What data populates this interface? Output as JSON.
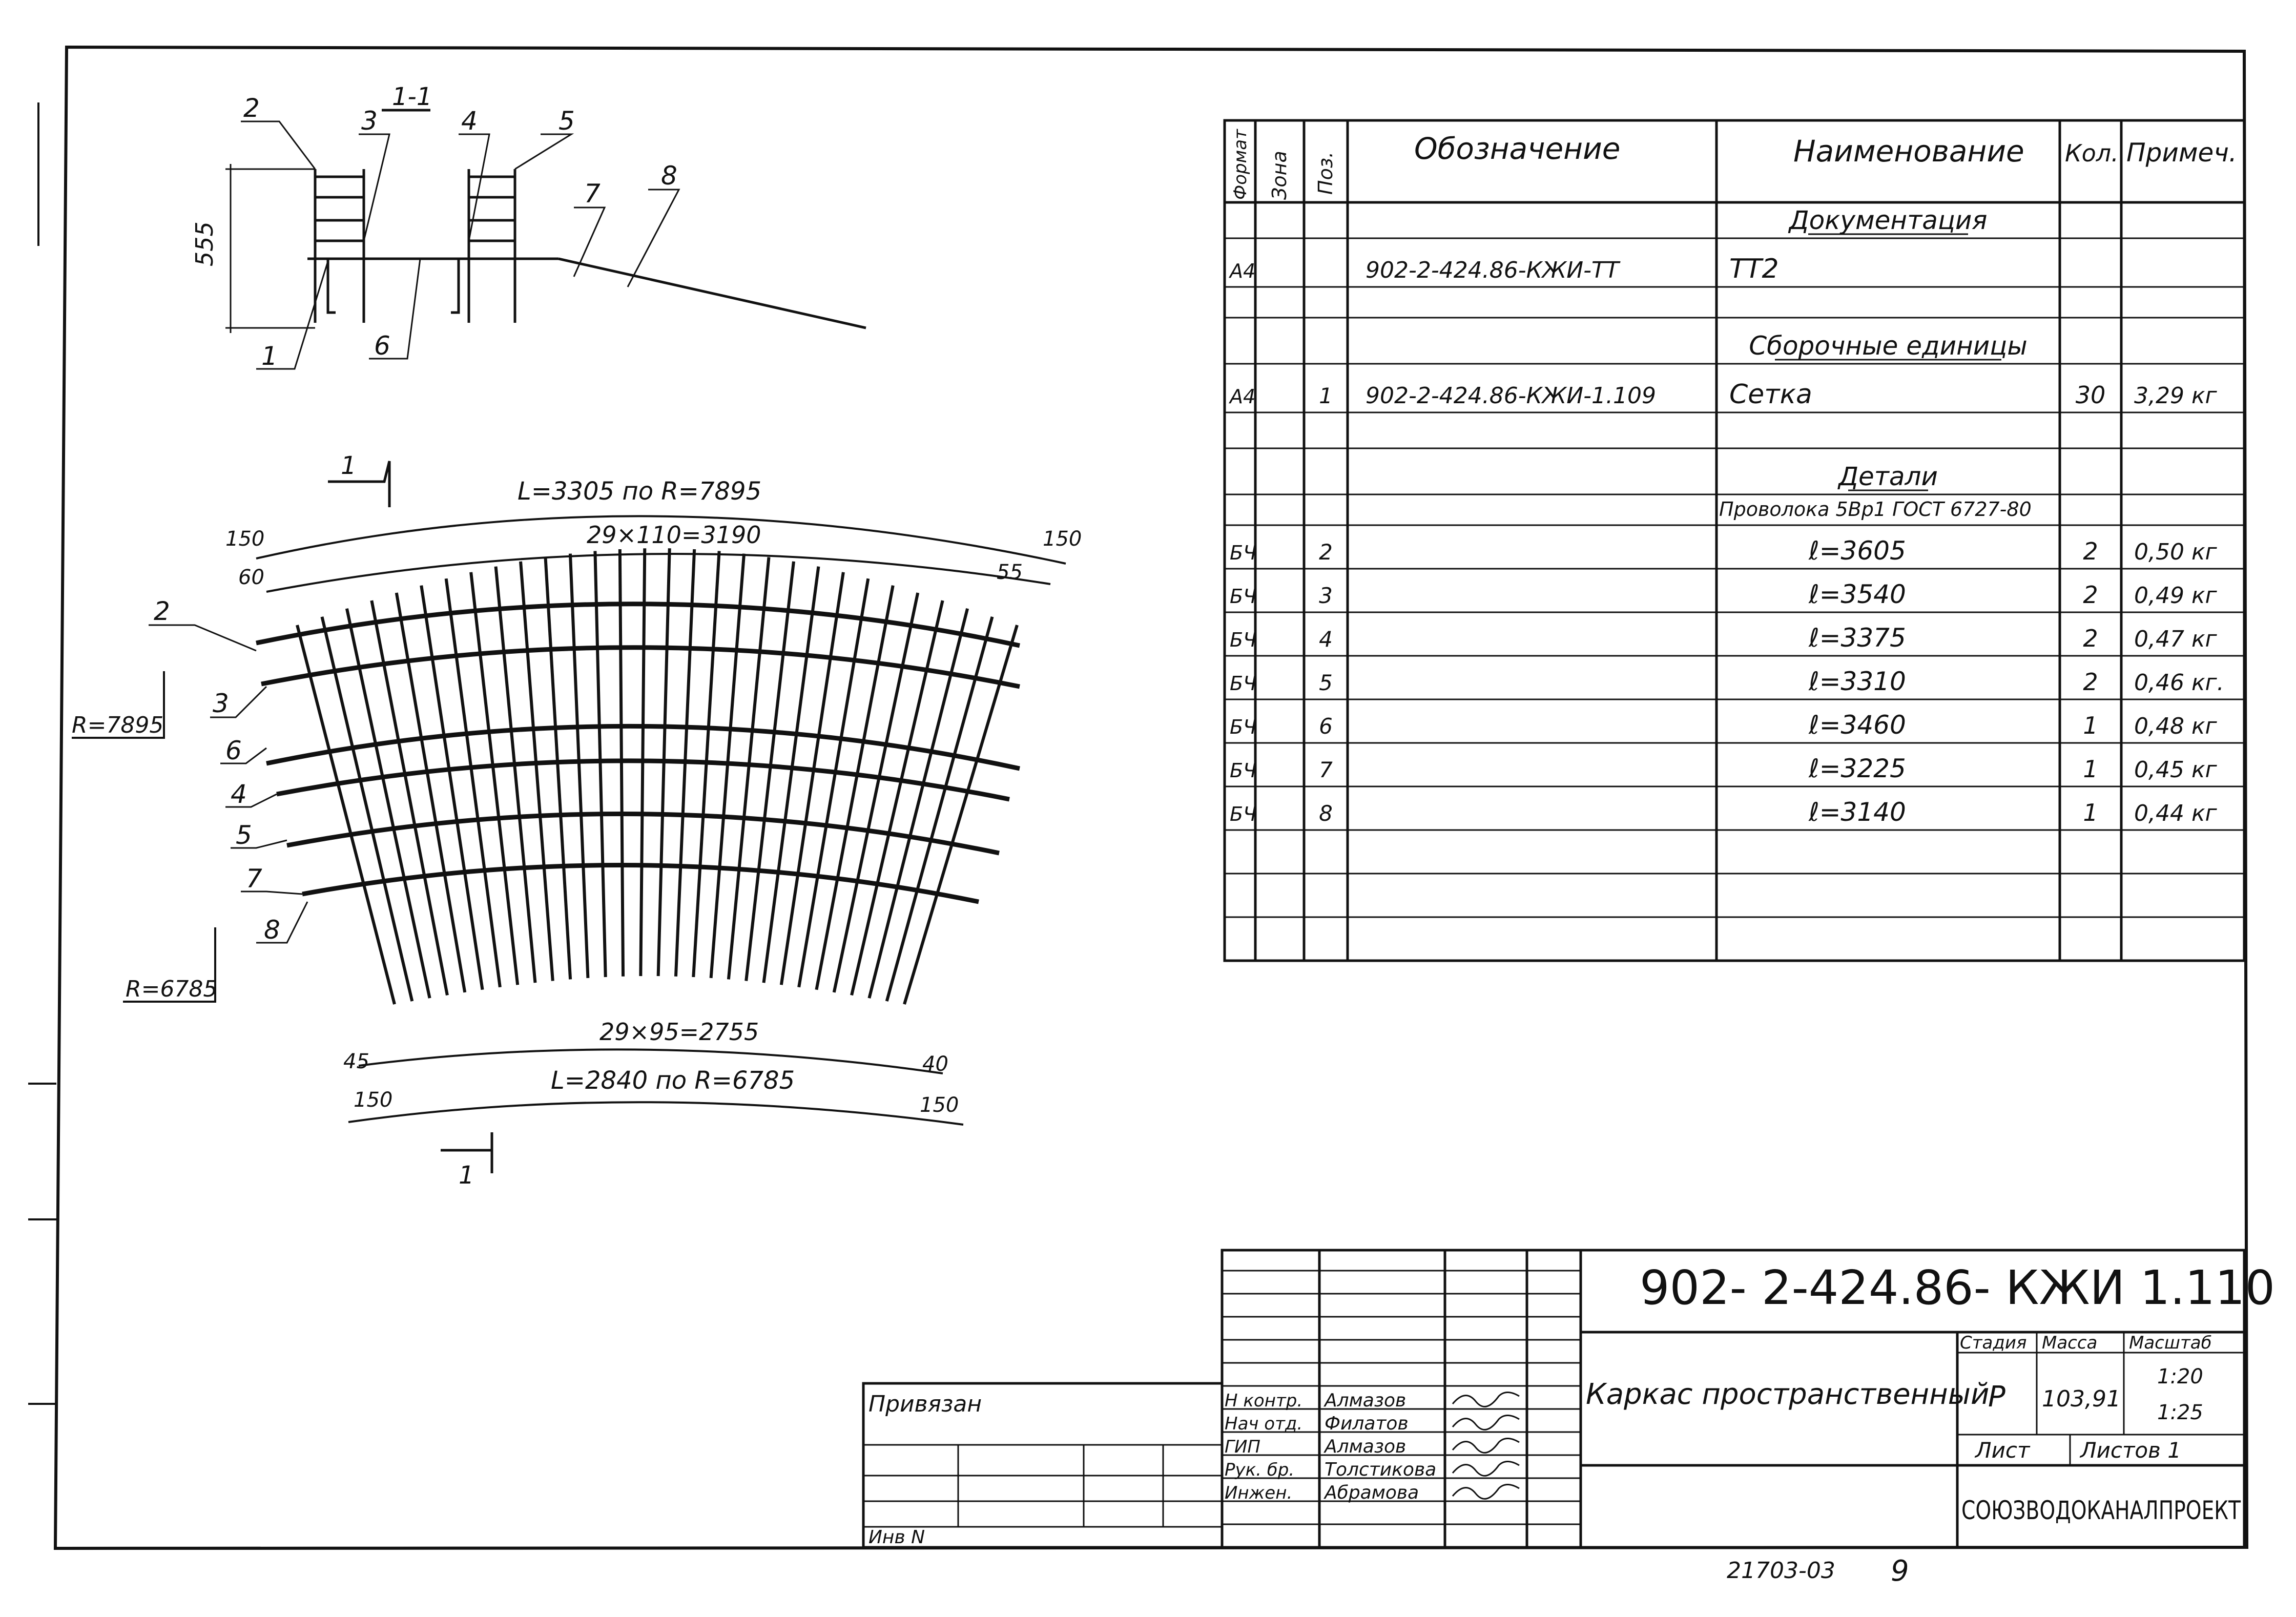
{
  "section_label": "1-1",
  "section_height": "555",
  "callouts": [
    "1",
    "2",
    "3",
    "4",
    "5",
    "6",
    "7",
    "8"
  ],
  "section_marks": [
    "1",
    "1"
  ],
  "arc_outer_label": "L=3305   по R=7895",
  "arc_outer_pitch": "29×110=3190",
  "arc_inner_pitch": "29×95=2755",
  "arc_inner_label": "L=2840 по R=6785",
  "radius_outer": "R=7895",
  "radius_inner": "R=6785",
  "dims": {
    "left_top": "150",
    "left_offset": "60",
    "right_top": "150",
    "right_offset": "55",
    "left_bottom": "150",
    "left_bottom_offset": "45",
    "right_bottom": "150",
    "right_bottom_offset": "40"
  },
  "spec": {
    "headers": [
      "Формат",
      "Зона",
      "Поз.",
      "Обозначение",
      "Наименование",
      "Кол.",
      "Примеч."
    ],
    "rows": [
      {
        "fmt": "",
        "zone": "",
        "pos": "",
        "code": "",
        "name": "Документация",
        "qty": "",
        "note": "",
        "style": "section"
      },
      {
        "fmt": "А4",
        "zone": "",
        "pos": "",
        "code": "902-2-424.86-КЖИ-ТТ",
        "name": "ТТ2",
        "qty": "",
        "note": "",
        "style": "row"
      },
      {
        "fmt": "",
        "zone": "",
        "pos": "",
        "code": "",
        "name": "",
        "qty": "",
        "note": "",
        "style": "row"
      },
      {
        "fmt": "",
        "zone": "",
        "pos": "",
        "code": "",
        "name": "Сборочные единицы",
        "qty": "",
        "note": "",
        "style": "section"
      },
      {
        "fmt": "А4",
        "zone": "",
        "pos": "1",
        "code": "902-2-424.86-КЖИ-1.109",
        "name": "Сетка",
        "qty": "30",
        "note": "3,29 кг",
        "style": "row"
      },
      {
        "fmt": "",
        "zone": "",
        "pos": "",
        "code": "",
        "name": "",
        "qty": "",
        "note": "",
        "style": "row"
      },
      {
        "fmt": "",
        "zone": "",
        "pos": "",
        "code": "",
        "name": "Детали",
        "qty": "",
        "note": "",
        "style": "section"
      },
      {
        "fmt": "",
        "zone": "",
        "pos": "",
        "code": "",
        "name": "Проволока 5Вр1 ГОСТ 6727-80",
        "qty": "",
        "note": "",
        "style": "small"
      },
      {
        "fmt": "БЧ",
        "zone": "",
        "pos": "2",
        "code": "",
        "name": "ℓ=3605",
        "qty": "2",
        "note": "0,50 кг",
        "style": "row"
      },
      {
        "fmt": "БЧ",
        "zone": "",
        "pos": "3",
        "code": "",
        "name": "ℓ=3540",
        "qty": "2",
        "note": "0,49 кг",
        "style": "row"
      },
      {
        "fmt": "БЧ",
        "zone": "",
        "pos": "4",
        "code": "",
        "name": "ℓ=3375",
        "qty": "2",
        "note": "0,47 кг",
        "style": "row"
      },
      {
        "fmt": "БЧ",
        "zone": "",
        "pos": "5",
        "code": "",
        "name": "ℓ=3310",
        "qty": "2",
        "note": "0,46 кг.",
        "style": "row"
      },
      {
        "fmt": "БЧ",
        "zone": "",
        "pos": "6",
        "code": "",
        "name": "ℓ=3460",
        "qty": "1",
        "note": "0,48 кг",
        "style": "row"
      },
      {
        "fmt": "БЧ",
        "zone": "",
        "pos": "7",
        "code": "",
        "name": "ℓ=3225",
        "qty": "1",
        "note": "0,45 кг",
        "style": "row"
      },
      {
        "fmt": "БЧ",
        "zone": "",
        "pos": "8",
        "code": "",
        "name": "ℓ=3140",
        "qty": "1",
        "note": "0,44 кг",
        "style": "row"
      },
      {
        "fmt": "",
        "zone": "",
        "pos": "",
        "code": "",
        "name": "",
        "qty": "",
        "note": "",
        "style": "row"
      },
      {
        "fmt": "",
        "zone": "",
        "pos": "",
        "code": "",
        "name": "",
        "qty": "",
        "note": "",
        "style": "row"
      },
      {
        "fmt": "",
        "zone": "",
        "pos": "",
        "code": "",
        "name": "",
        "qty": "",
        "note": "",
        "style": "row"
      }
    ]
  },
  "title_block": {
    "doc_code": "902- 2-424.86- КЖИ 1.110",
    "title": "Каркас пространственный",
    "stage_label": "Стадия",
    "mass_label": "Масса",
    "scale_label": "Масштаб",
    "stage": "Р",
    "mass": "103,91",
    "scale_1": "1:20",
    "scale_2": "1:25",
    "sheet_label": "Лист",
    "sheets_label": "Листов 1",
    "org": "СОЮЗВОДОКАНАЛПРОЕКТ",
    "signatures": [
      {
        "role": "Н контр.",
        "name": "Алмазов"
      },
      {
        "role": "Нач отд.",
        "name": "Филатов"
      },
      {
        "role": "ГИП",
        "name": "Алмазов"
      },
      {
        "role": "Рук. бр.",
        "name": "Толстикова"
      },
      {
        "role": "Инжен.",
        "name": "Абрамова"
      }
    ]
  },
  "privyazan": "Привязан",
  "inv": "Инв N",
  "footer_number": "21703-03",
  "footer_page": "9"
}
